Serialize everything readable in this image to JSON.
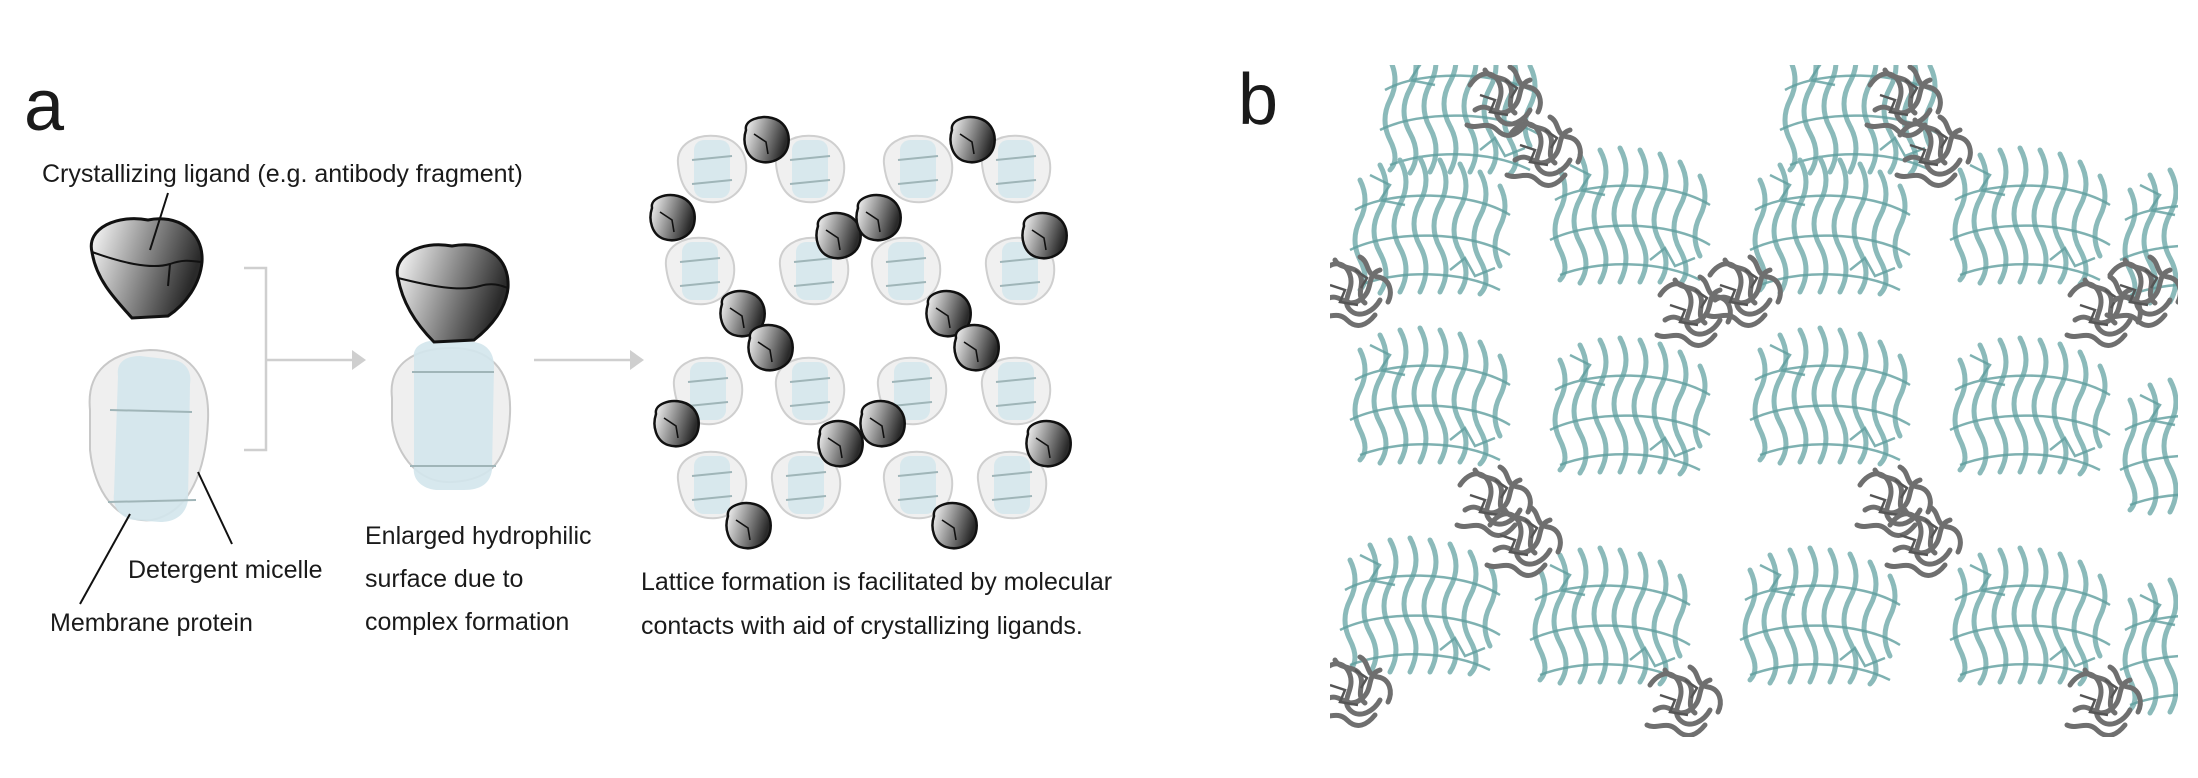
{
  "panels": {
    "a": {
      "letter": "a",
      "ligand_label": "Crystallizing ligand (e.g. antibody fragment)",
      "detergent_label": "Detergent micelle",
      "membrane_label": "Membrane protein",
      "complex_caption": [
        "Enlarged hydrophilic",
        "surface due to",
        "complex formation"
      ],
      "lattice_caption": [
        "Lattice formation is facilitated by molecular",
        "contacts with aid of crystallizing ligands."
      ]
    },
    "b": {
      "letter": "b"
    }
  },
  "colors": {
    "protein_teal": "#7fb3b3",
    "micelle_blue": "#d3e6ec",
    "micelle_gray": "#efefef",
    "ligand_dark": "#3a3a3a",
    "arrow_gray": "#cfcfcf",
    "fab_gray": "#6f6f6f"
  }
}
